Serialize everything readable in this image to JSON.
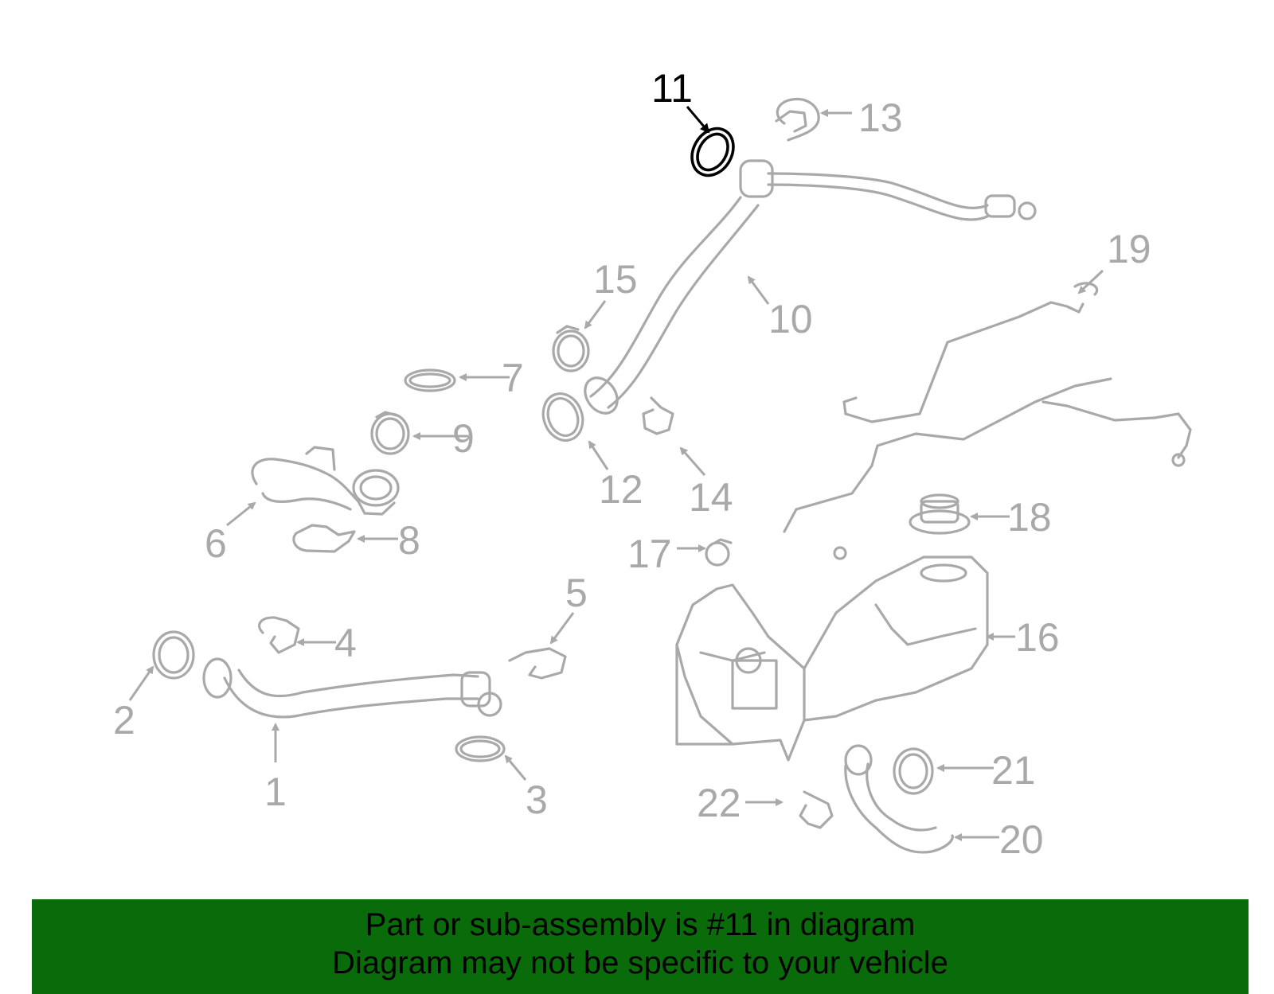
{
  "diagram": {
    "highlighted_part": "11",
    "callouts": [
      "1",
      "2",
      "3",
      "4",
      "5",
      "6",
      "7",
      "8",
      "9",
      "10",
      "11",
      "12",
      "13",
      "14",
      "15",
      "16",
      "17",
      "18",
      "19",
      "20",
      "21",
      "22"
    ]
  },
  "banner": {
    "line1": "Part or sub-assembly is #11 in diagram",
    "line2": "Diagram may not be specific to your vehicle"
  },
  "colors": {
    "highlight": "#000000",
    "part_outline": "#a9a9a9",
    "banner_background": "#0a6b0a"
  }
}
